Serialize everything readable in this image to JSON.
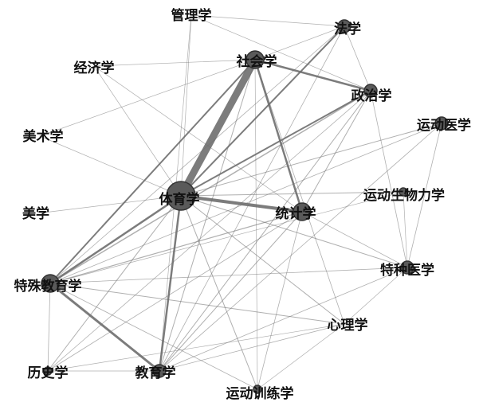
{
  "diagram": {
    "type": "co-occurrence network",
    "colors": {
      "edge": "#6e6e6e",
      "node": "#5a5a5a",
      "node_stroke": "#333333",
      "label": "#111111"
    },
    "nodes": [
      {
        "id": "tiyu",
        "label": "体育学",
        "size": "large"
      },
      {
        "id": "shehui",
        "label": "社会学",
        "size": "medium"
      },
      {
        "id": "tongji",
        "label": "统计学",
        "size": "medium"
      },
      {
        "id": "teshujiao",
        "label": "特殊教育学",
        "size": "medium"
      },
      {
        "id": "zhengzhi",
        "label": "政治学",
        "size": "small"
      },
      {
        "id": "faxue",
        "label": "法学",
        "size": "small"
      },
      {
        "id": "guanli",
        "label": "管理学",
        "size": "none"
      },
      {
        "id": "jingji",
        "label": "经济学",
        "size": "none"
      },
      {
        "id": "meishu",
        "label": "美术学",
        "size": "none"
      },
      {
        "id": "meixue",
        "label": "美学",
        "size": "none"
      },
      {
        "id": "yundongyi",
        "label": "运动医学",
        "size": "small"
      },
      {
        "id": "shengwuli",
        "label": "运动生物力学",
        "size": "tiny"
      },
      {
        "id": "tezhong",
        "label": "特种医学",
        "size": "small"
      },
      {
        "id": "xinli",
        "label": "心理学",
        "size": "none"
      },
      {
        "id": "lishi",
        "label": "历史学",
        "size": "tiny"
      },
      {
        "id": "jiaoyu",
        "label": "教育学",
        "size": "small"
      },
      {
        "id": "xunlian",
        "label": "运动训练学",
        "size": "tiny"
      }
    ],
    "edges": [
      {
        "s": "tiyu",
        "t": "shehui",
        "w": 9
      },
      {
        "s": "tiyu",
        "t": "tongji",
        "w": 4
      },
      {
        "s": "tiyu",
        "t": "teshujiao",
        "w": 2.5
      },
      {
        "s": "tiyu",
        "t": "jiaoyu",
        "w": 2.5
      },
      {
        "s": "tiyu",
        "t": "zhengzhi",
        "w": 2
      },
      {
        "s": "tiyu",
        "t": "faxue",
        "w": 2
      },
      {
        "s": "shehui",
        "t": "tongji",
        "w": 2.5
      },
      {
        "s": "shehui",
        "t": "zhengzhi",
        "w": 2.5
      },
      {
        "s": "shehui",
        "t": "teshujiao",
        "w": 2
      },
      {
        "s": "teshujiao",
        "t": "jiaoyu",
        "w": 3
      },
      {
        "s": "teshujiao",
        "t": "zhengzhi",
        "w": 1.5
      },
      {
        "s": "teshujiao",
        "t": "tongji",
        "w": 1.2
      },
      {
        "s": "tiyu",
        "t": "guanli",
        "w": 0.7
      },
      {
        "s": "tiyu",
        "t": "jingji",
        "w": 0.7
      },
      {
        "s": "tiyu",
        "t": "meishu",
        "w": 0.7
      },
      {
        "s": "tiyu",
        "t": "meixue",
        "w": 0.7
      },
      {
        "s": "tiyu",
        "t": "yundongyi",
        "w": 1
      },
      {
        "s": "tiyu",
        "t": "shengwuli",
        "w": 1
      },
      {
        "s": "tiyu",
        "t": "tezhong",
        "w": 1
      },
      {
        "s": "tiyu",
        "t": "xinli",
        "w": 1
      },
      {
        "s": "tiyu",
        "t": "lishi",
        "w": 1
      },
      {
        "s": "tiyu",
        "t": "xunlian",
        "w": 1
      },
      {
        "s": "guanli",
        "t": "faxue",
        "w": 0.7
      },
      {
        "s": "guanli",
        "t": "zhengzhi",
        "w": 0.7
      },
      {
        "s": "guanli",
        "t": "jiaoyu",
        "w": 0.7
      },
      {
        "s": "jingji",
        "t": "shehui",
        "w": 0.7
      },
      {
        "s": "jingji",
        "t": "tongji",
        "w": 0.7
      },
      {
        "s": "meishu",
        "t": "shehui",
        "w": 0.7
      },
      {
        "s": "faxue",
        "t": "shehui",
        "w": 0.8
      },
      {
        "s": "faxue",
        "t": "zhengzhi",
        "w": 0.8
      },
      {
        "s": "faxue",
        "t": "jiaoyu",
        "w": 0.8
      },
      {
        "s": "faxue",
        "t": "teshujiao",
        "w": 0.8
      },
      {
        "s": "zhengzhi",
        "t": "jiaoyu",
        "w": 1
      },
      {
        "s": "zhengzhi",
        "t": "tongji",
        "w": 1
      },
      {
        "s": "zhengzhi",
        "t": "tezhong",
        "w": 0.8
      },
      {
        "s": "zhengzhi",
        "t": "lishi",
        "w": 0.8
      },
      {
        "s": "shehui",
        "t": "xinli",
        "w": 0.8
      },
      {
        "s": "shehui",
        "t": "jiaoyu",
        "w": 1
      },
      {
        "s": "tongji",
        "t": "jiaoyu",
        "w": 1
      },
      {
        "s": "tongji",
        "t": "xunlian",
        "w": 0.8
      },
      {
        "s": "tongji",
        "t": "tezhong",
        "w": 0.8
      },
      {
        "s": "tongji",
        "t": "lishi",
        "w": 0.8
      },
      {
        "s": "yundongyi",
        "t": "tezhong",
        "w": 0.8
      },
      {
        "s": "yundongyi",
        "t": "teshujiao",
        "w": 0.8
      },
      {
        "s": "yundongyi",
        "t": "jiaoyu",
        "w": 0.8
      },
      {
        "s": "shengwuli",
        "t": "tezhong",
        "w": 0.7
      },
      {
        "s": "shengwuli",
        "t": "teshujiao",
        "w": 0.7
      },
      {
        "s": "teshujiao",
        "t": "xinli",
        "w": 1
      },
      {
        "s": "teshujiao",
        "t": "lishi",
        "w": 0.8
      },
      {
        "s": "teshujiao",
        "t": "xunlian",
        "w": 0.8
      },
      {
        "s": "teshujiao",
        "t": "tezhong",
        "w": 0.8
      },
      {
        "s": "jiaoyu",
        "t": "xinli",
        "w": 0.8
      },
      {
        "s": "jiaoyu",
        "t": "lishi",
        "w": 0.8
      },
      {
        "s": "jiaoyu",
        "t": "tezhong",
        "w": 0.8
      },
      {
        "s": "lishi",
        "t": "xinli",
        "w": 0.7
      },
      {
        "s": "xunlian",
        "t": "xinli",
        "w": 0.7
      },
      {
        "s": "xunlian",
        "t": "shehui",
        "w": 0.7
      },
      {
        "s": "xinli",
        "t": "tezhong",
        "w": 0.7
      }
    ]
  }
}
